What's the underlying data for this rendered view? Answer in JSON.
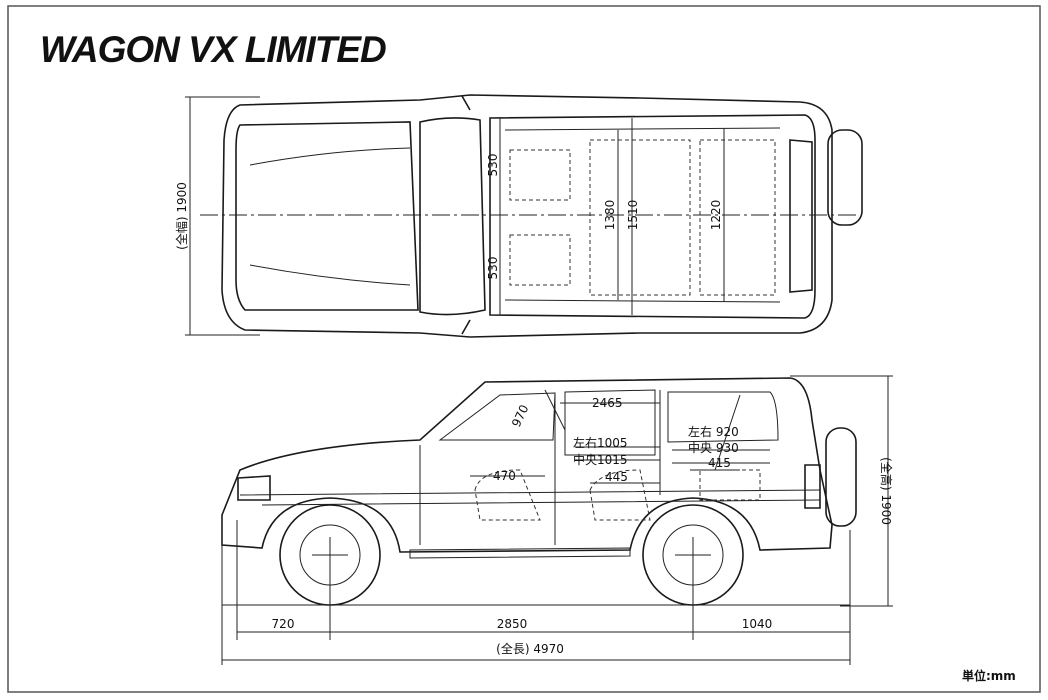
{
  "title": "WAGON VX LIMITED",
  "unit_label": "単位:mm",
  "top_view": {
    "overall_width": "(全幅) 1900",
    "seat_offset_front": "530",
    "seat_offset_rear": "530",
    "interior_width_front": "1380",
    "interior_width_mid": "1510",
    "interior_width_rear": "1220"
  },
  "side_view": {
    "overall_height": "(全高) 1900",
    "interior_length": "2465",
    "front_headroom": "970",
    "second_row_lr": "左右1005",
    "second_row_center": "中央1015",
    "front_seat_depth": "470",
    "second_seat_depth": "445",
    "third_row_lr": "左右 920",
    "third_row_center": "中央 930",
    "third_seat_depth": "415",
    "front_overhang": "720",
    "wheelbase": "2850",
    "rear_overhang": "1040",
    "overall_length": "(全長) 4970"
  }
}
